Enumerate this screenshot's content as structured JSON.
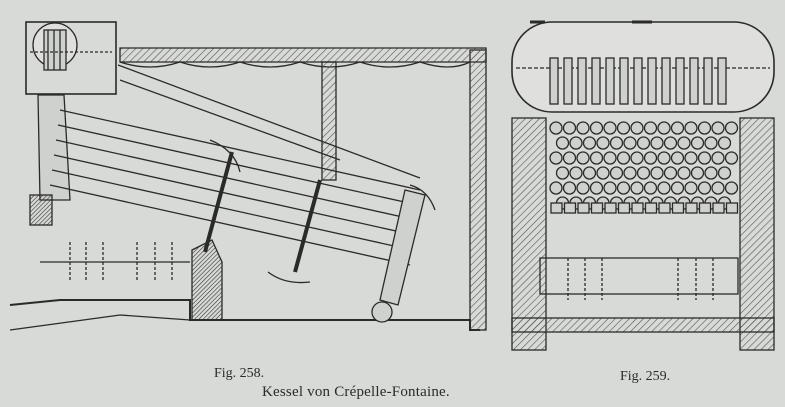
{
  "figures": {
    "fig258_label": "Fig. 258.",
    "fig259_label": "Fig. 259."
  },
  "caption": "Kessel von Crépelle-Fontaine.",
  "colors": {
    "paper": "#d8dad7",
    "ink": "#2a2a2a",
    "hatch": "#555555"
  }
}
